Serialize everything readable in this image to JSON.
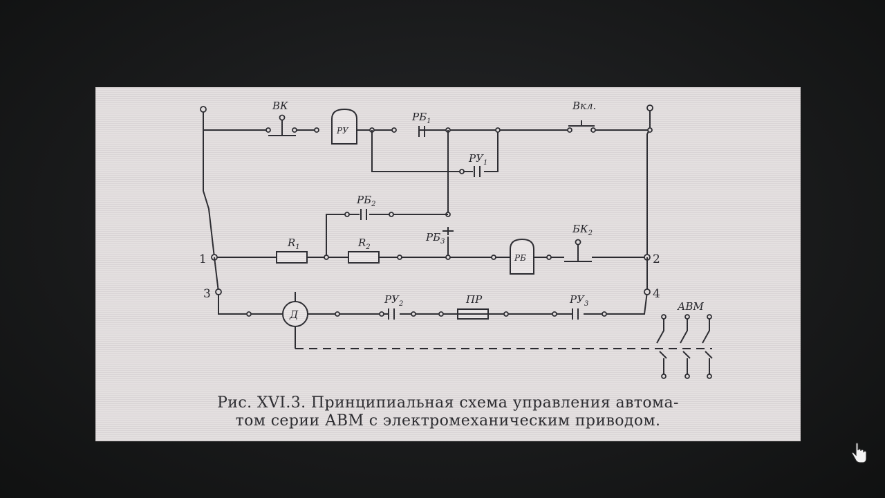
{
  "figure": {
    "caption_line1": "Рис. XVI.3. Принципиальная схема управления автома-",
    "caption_line2": "том серии АВМ с электромеханическим приводом.",
    "labels": {
      "vk": "ВК",
      "ru": "РУ",
      "rb1": "РБ",
      "rb1_sub": "1",
      "vkl": "Вкл.",
      "ru1": "РУ",
      "ru1_sub": "1",
      "rb2": "РБ",
      "rb2_sub": "2",
      "rb3": "РБ",
      "rb3_sub": "3",
      "bk2": "БК",
      "bk2_sub": "2",
      "r1": "R",
      "r1_sub": "1",
      "r2": "R",
      "r2_sub": "2",
      "rb": "РБ",
      "motor": "Д",
      "ru2": "РУ",
      "ru2_sub": "2",
      "pr": "ПР",
      "ru3": "РУ",
      "ru3_sub": "3",
      "avm": "АВМ",
      "node1": "1",
      "node2": "2",
      "node3": "3",
      "node4": "4"
    }
  },
  "cursor": {
    "icon": "hand-pointer-icon"
  }
}
